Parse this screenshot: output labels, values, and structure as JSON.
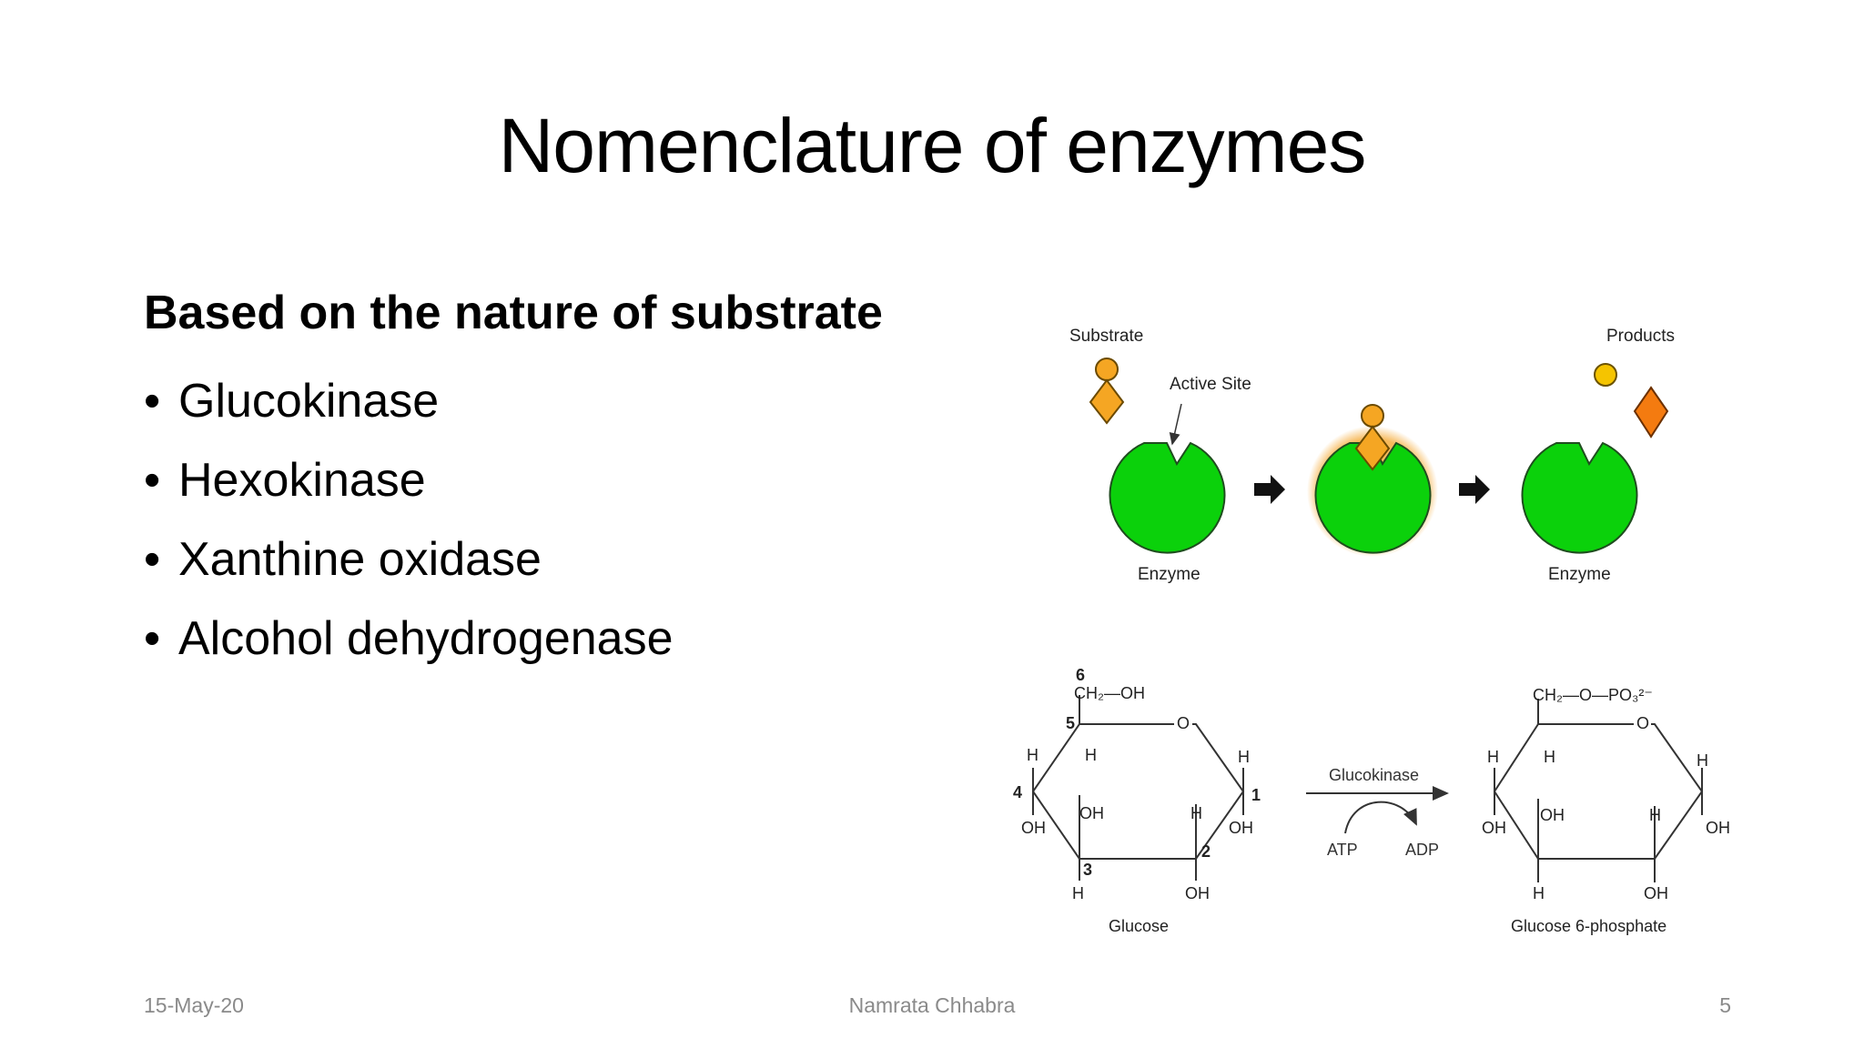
{
  "slide": {
    "title": "Nomenclature of enzymes",
    "subheading": "Based on the nature of substrate",
    "bullets": [
      "Glucokinase",
      "Hexokinase",
      "Xanthine oxidase",
      "Alcohol dehydrogenase"
    ],
    "bullet_glyph": "•"
  },
  "figure_top": {
    "substrate_label": "Substrate",
    "active_site_label": "Active Site",
    "products_label": "Products",
    "enzyme_label_left": "Enzyme",
    "enzyme_label_right": "Enzyme",
    "colors": {
      "enzyme": "#0bd10b",
      "substrate": "#f5a623",
      "product_diamond": "#f47b10",
      "product_circle": "#f5c400"
    }
  },
  "figure_bottom": {
    "glucose": {
      "ch2oh": "CH₂—OH",
      "ring_o": "O",
      "c6": "6",
      "c5": "5",
      "c4": "4",
      "c3": "3",
      "c2": "2",
      "c1": "1",
      "h_c5": "H",
      "h_c4": "H",
      "oh_c4": "OH",
      "oh_c3": "OH",
      "h_c3": "H",
      "h_c2": "H",
      "oh_c2": "OH",
      "h_c1": "H",
      "oh_c1": "OH",
      "name": "Glucose"
    },
    "reaction": {
      "enzyme": "Glucokinase",
      "atp": "ATP",
      "adp": "ADP"
    },
    "g6p": {
      "ch2_group": "CH₂—O—PO₃²⁻",
      "ring_o": "O",
      "h_c5": "H",
      "h_c4": "H",
      "oh_c4": "OH",
      "oh_c3": "OH",
      "h_c3": "H",
      "h_c2": "H",
      "oh_c2": "OH",
      "h_c1": "H",
      "oh_c1": "OH",
      "name": "Glucose 6-phosphate"
    }
  },
  "footer": {
    "date": "15-May-20",
    "author": "Namrata Chhabra",
    "page": "5"
  }
}
